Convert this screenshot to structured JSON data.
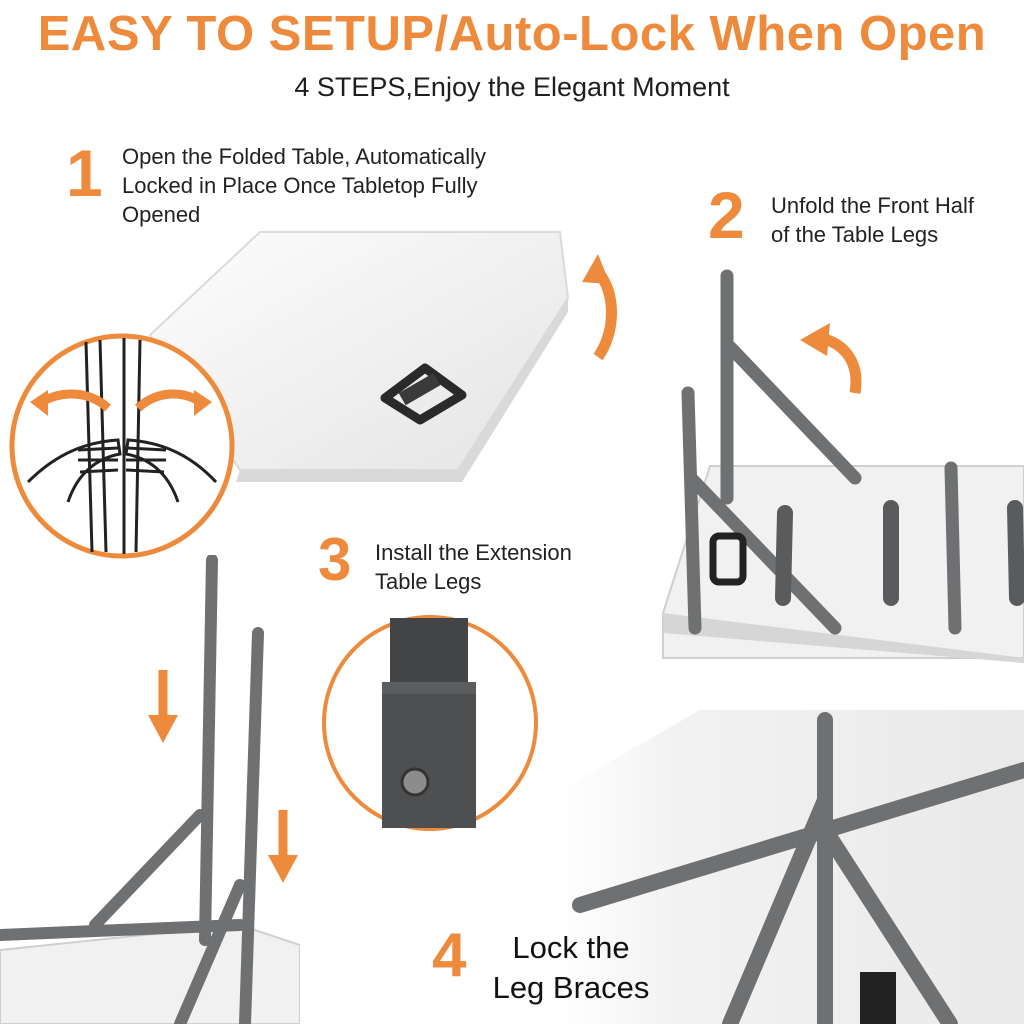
{
  "headline": "EASY TO SETUP/Auto-Lock When Open",
  "subheadline": "4 STEPS,Enjoy the Elegant Moment",
  "steps": [
    {
      "number": "1",
      "lines": [
        "Open the Folded Table, Automatically",
        "Locked in Place Once Tabletop Fully",
        "Opened"
      ]
    },
    {
      "number": "2",
      "lines": [
        "Unfold the Front Half",
        "of the Table Legs"
      ]
    },
    {
      "number": "3",
      "lines": [
        "Install the Extension",
        "Table Legs"
      ]
    },
    {
      "number": "4",
      "lines": [
        "Lock the",
        "Leg Braces"
      ]
    }
  ],
  "colors": {
    "accent": "#ee8a3c",
    "leg": "#6f7072",
    "tabletop": "#f1f1f1",
    "text": "#222222"
  },
  "icons": [
    "curved-arrow-icon",
    "down-arrow-icon",
    "hands-opening-icon",
    "lock-pin-icon"
  ]
}
